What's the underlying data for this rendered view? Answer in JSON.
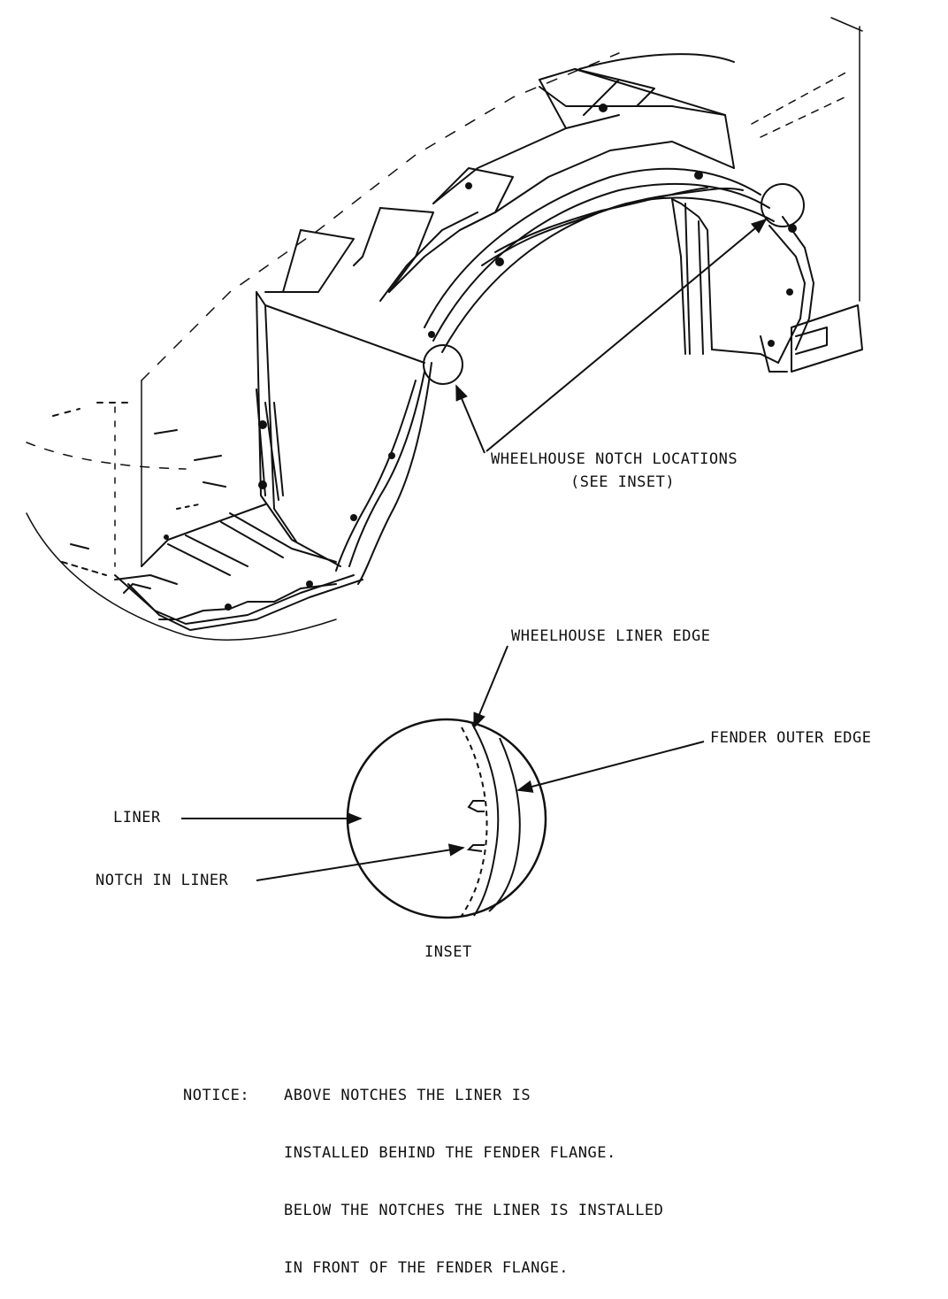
{
  "labels": {
    "notch_locations": "WHEELHOUSE NOTCH LOCATIONS",
    "see_inset": "(SEE INSET)",
    "liner_edge": "WHEELHOUSE LINER EDGE",
    "fender_outer_edge": "FENDER OUTER EDGE",
    "liner": "LINER",
    "notch_in_liner": "NOTCH IN LINER",
    "inset": "INSET"
  },
  "notice": {
    "heading": "NOTICE:",
    "lines": [
      "ABOVE NOTCHES THE LINER IS",
      "INSTALLED BEHIND THE FENDER FLANGE.",
      "BELOW THE NOTCHES THE LINER IS INSTALLED",
      "IN FRONT OF THE FENDER FLANGE."
    ]
  },
  "colors": {
    "ink": "#111111",
    "paper": "#ffffff"
  }
}
